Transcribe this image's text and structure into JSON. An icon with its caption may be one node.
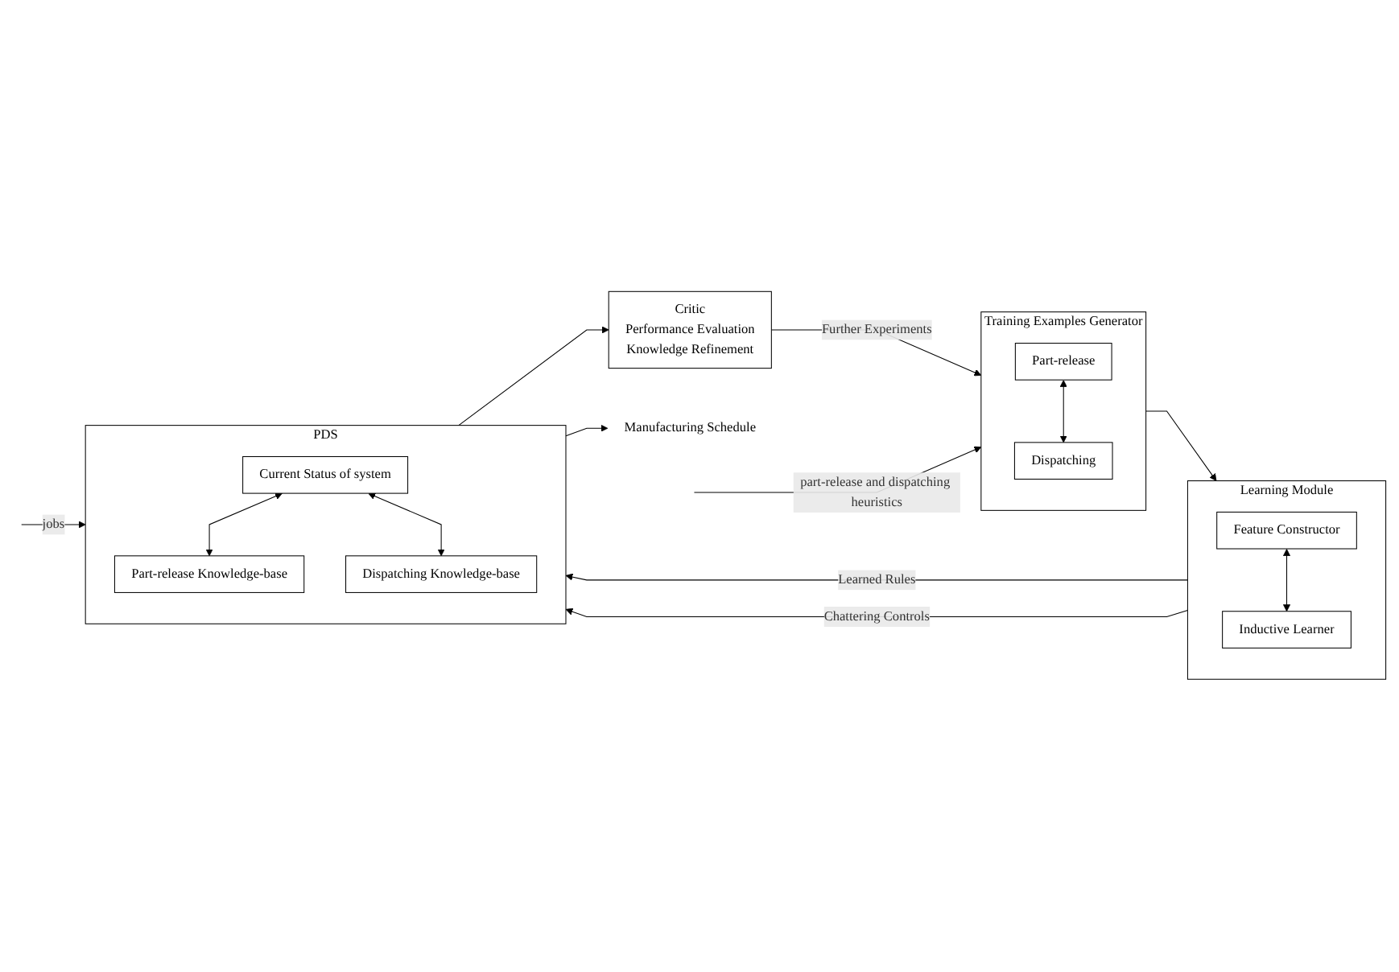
{
  "diagram": {
    "nodes": [
      {
        "text": [
          "Critic",
          "Performance Evaluation",
          "Knowledge Refinement"
        ]
      },
      {
        "text": [
          "Manufacturing Schedule"
        ]
      },
      {
        "text": [
          "Training Examples Generator"
        ]
      },
      {
        "text": [
          "Part-release"
        ],
        "in": 2
      },
      {
        "text": [
          "Dispatching"
        ],
        "in": 2
      },
      {
        "text": [
          "Learning Module"
        ]
      },
      {
        "text": [
          "Feature Constructor"
        ],
        "in": 5
      },
      {
        "text": [
          "Inductive Learner"
        ],
        "in": 5
      },
      {
        "text": [
          "PDS"
        ]
      },
      {
        "text": [
          "Current Status of system"
        ],
        "in": 8
      },
      {
        "text": [
          "Part-release Knowledge-base"
        ],
        "in": 8
      },
      {
        "text": [
          "Dispatching Knowledge-base"
        ],
        "in": 8
      }
    ],
    "edges": [
      {
        "from": 0,
        "to": 2,
        "arrow": "to",
        "label": "Further Experiments"
      },
      {
        "from": null,
        "to": 2,
        "arrow": "to",
        "label": "part-release and dispatching heuristics"
      },
      {
        "from": 3,
        "to": 4,
        "arrow": "both"
      },
      {
        "from": 2,
        "to": 5,
        "arrow": "to"
      },
      {
        "from": 6,
        "to": 7,
        "arrow": "both"
      },
      {
        "from": 5,
        "to": 8,
        "arrow": "to",
        "label": "Learned Rules"
      },
      {
        "from": 5,
        "to": 8,
        "arrow": "to",
        "label": "Chattering Controls"
      },
      {
        "from": null,
        "to": 8,
        "arrow": "to",
        "label": "jobs"
      },
      {
        "from": 9,
        "to": 10,
        "arrow": "both"
      },
      {
        "from": 9,
        "to": 11,
        "arrow": "both"
      },
      {
        "from": 8,
        "to": 0,
        "arrow": "to"
      },
      {
        "from": 8,
        "to": 1,
        "arrow": "to"
      }
    ]
  }
}
